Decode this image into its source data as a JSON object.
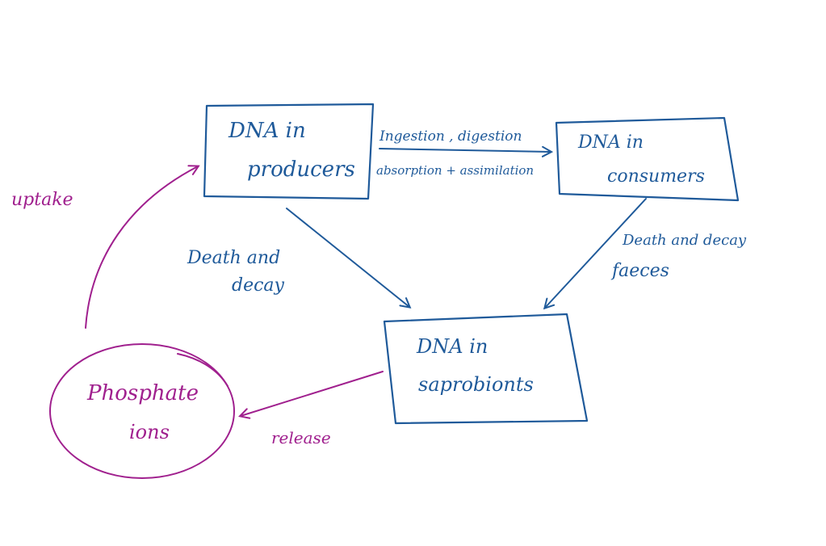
{
  "nodes": {
    "producers": {
      "line1": "DNA   in",
      "line2": "producers"
    },
    "consumers": {
      "line1": "DNA   in",
      "line2": "consumers"
    },
    "saprobionts": {
      "line1": "DNA   in",
      "line2": "saprobionts"
    },
    "phosphate": {
      "line1": "Phosphate",
      "line2": "ions"
    }
  },
  "edges": {
    "producers_to_consumers": {
      "line1": "Ingestion , digestion",
      "line2": "absorption + assimilation"
    },
    "producers_to_saprobionts": {
      "line1": "Death and",
      "line2": "decay"
    },
    "consumers_to_saprobionts": {
      "line1": "Death  and  decay",
      "line2": "faeces"
    },
    "saprobionts_to_phosphate": {
      "label": "release"
    },
    "phosphate_to_producers": {
      "label": "uptake"
    }
  },
  "colors": {
    "ink_blue": "#1f5a9a",
    "ink_purple": "#a0208e"
  }
}
